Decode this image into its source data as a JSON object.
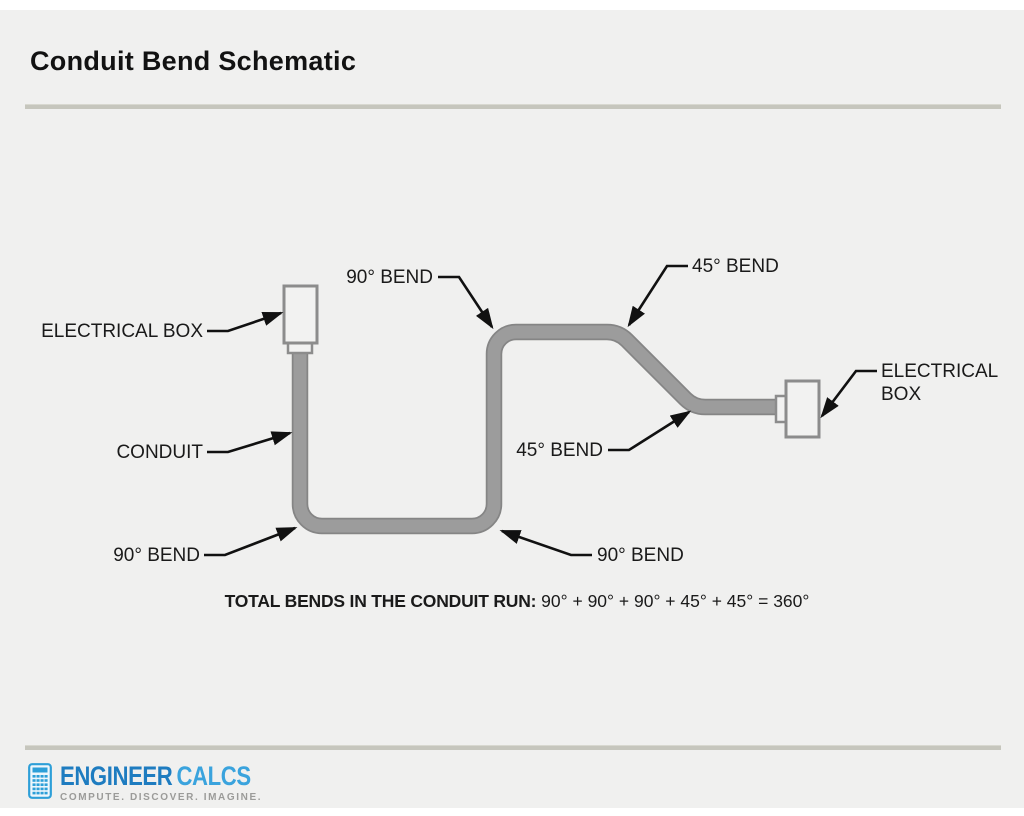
{
  "header": {
    "title": "Conduit Bend Schematic"
  },
  "diagram": {
    "conduit_color": "#9a9a9a",
    "conduit_outline_color": "#858585",
    "box_fill": "#f2f2f1",
    "box_stroke": "#8c8c8c",
    "labels": {
      "electrical_box_left": "ELECTRICAL BOX",
      "bend_90_top": "90° BEND",
      "bend_45_top": "45° BEND",
      "conduit": "CONDUIT",
      "bend_45_mid": "45° BEND",
      "electrical_box_right_line1": "ELECTRICAL",
      "electrical_box_right_line2": "BOX",
      "bend_90_bottom_left": "90° BEND",
      "bend_90_bottom_right": "90° BEND"
    },
    "summary": {
      "label": "TOTAL BENDS IN THE CONDUIT RUN:",
      "value": " 90° + 90° + 90° + 45° + 45° = 360°"
    }
  },
  "footer": {
    "brand_word1": "ENGINEER",
    "brand_word2": "CALCS",
    "tagline": "COMPUTE. DISCOVER. IMAGINE.",
    "brand_color_primary": "#1e7cc0",
    "brand_color_secondary": "#3aa3dd",
    "icon": "calculator-icon"
  }
}
